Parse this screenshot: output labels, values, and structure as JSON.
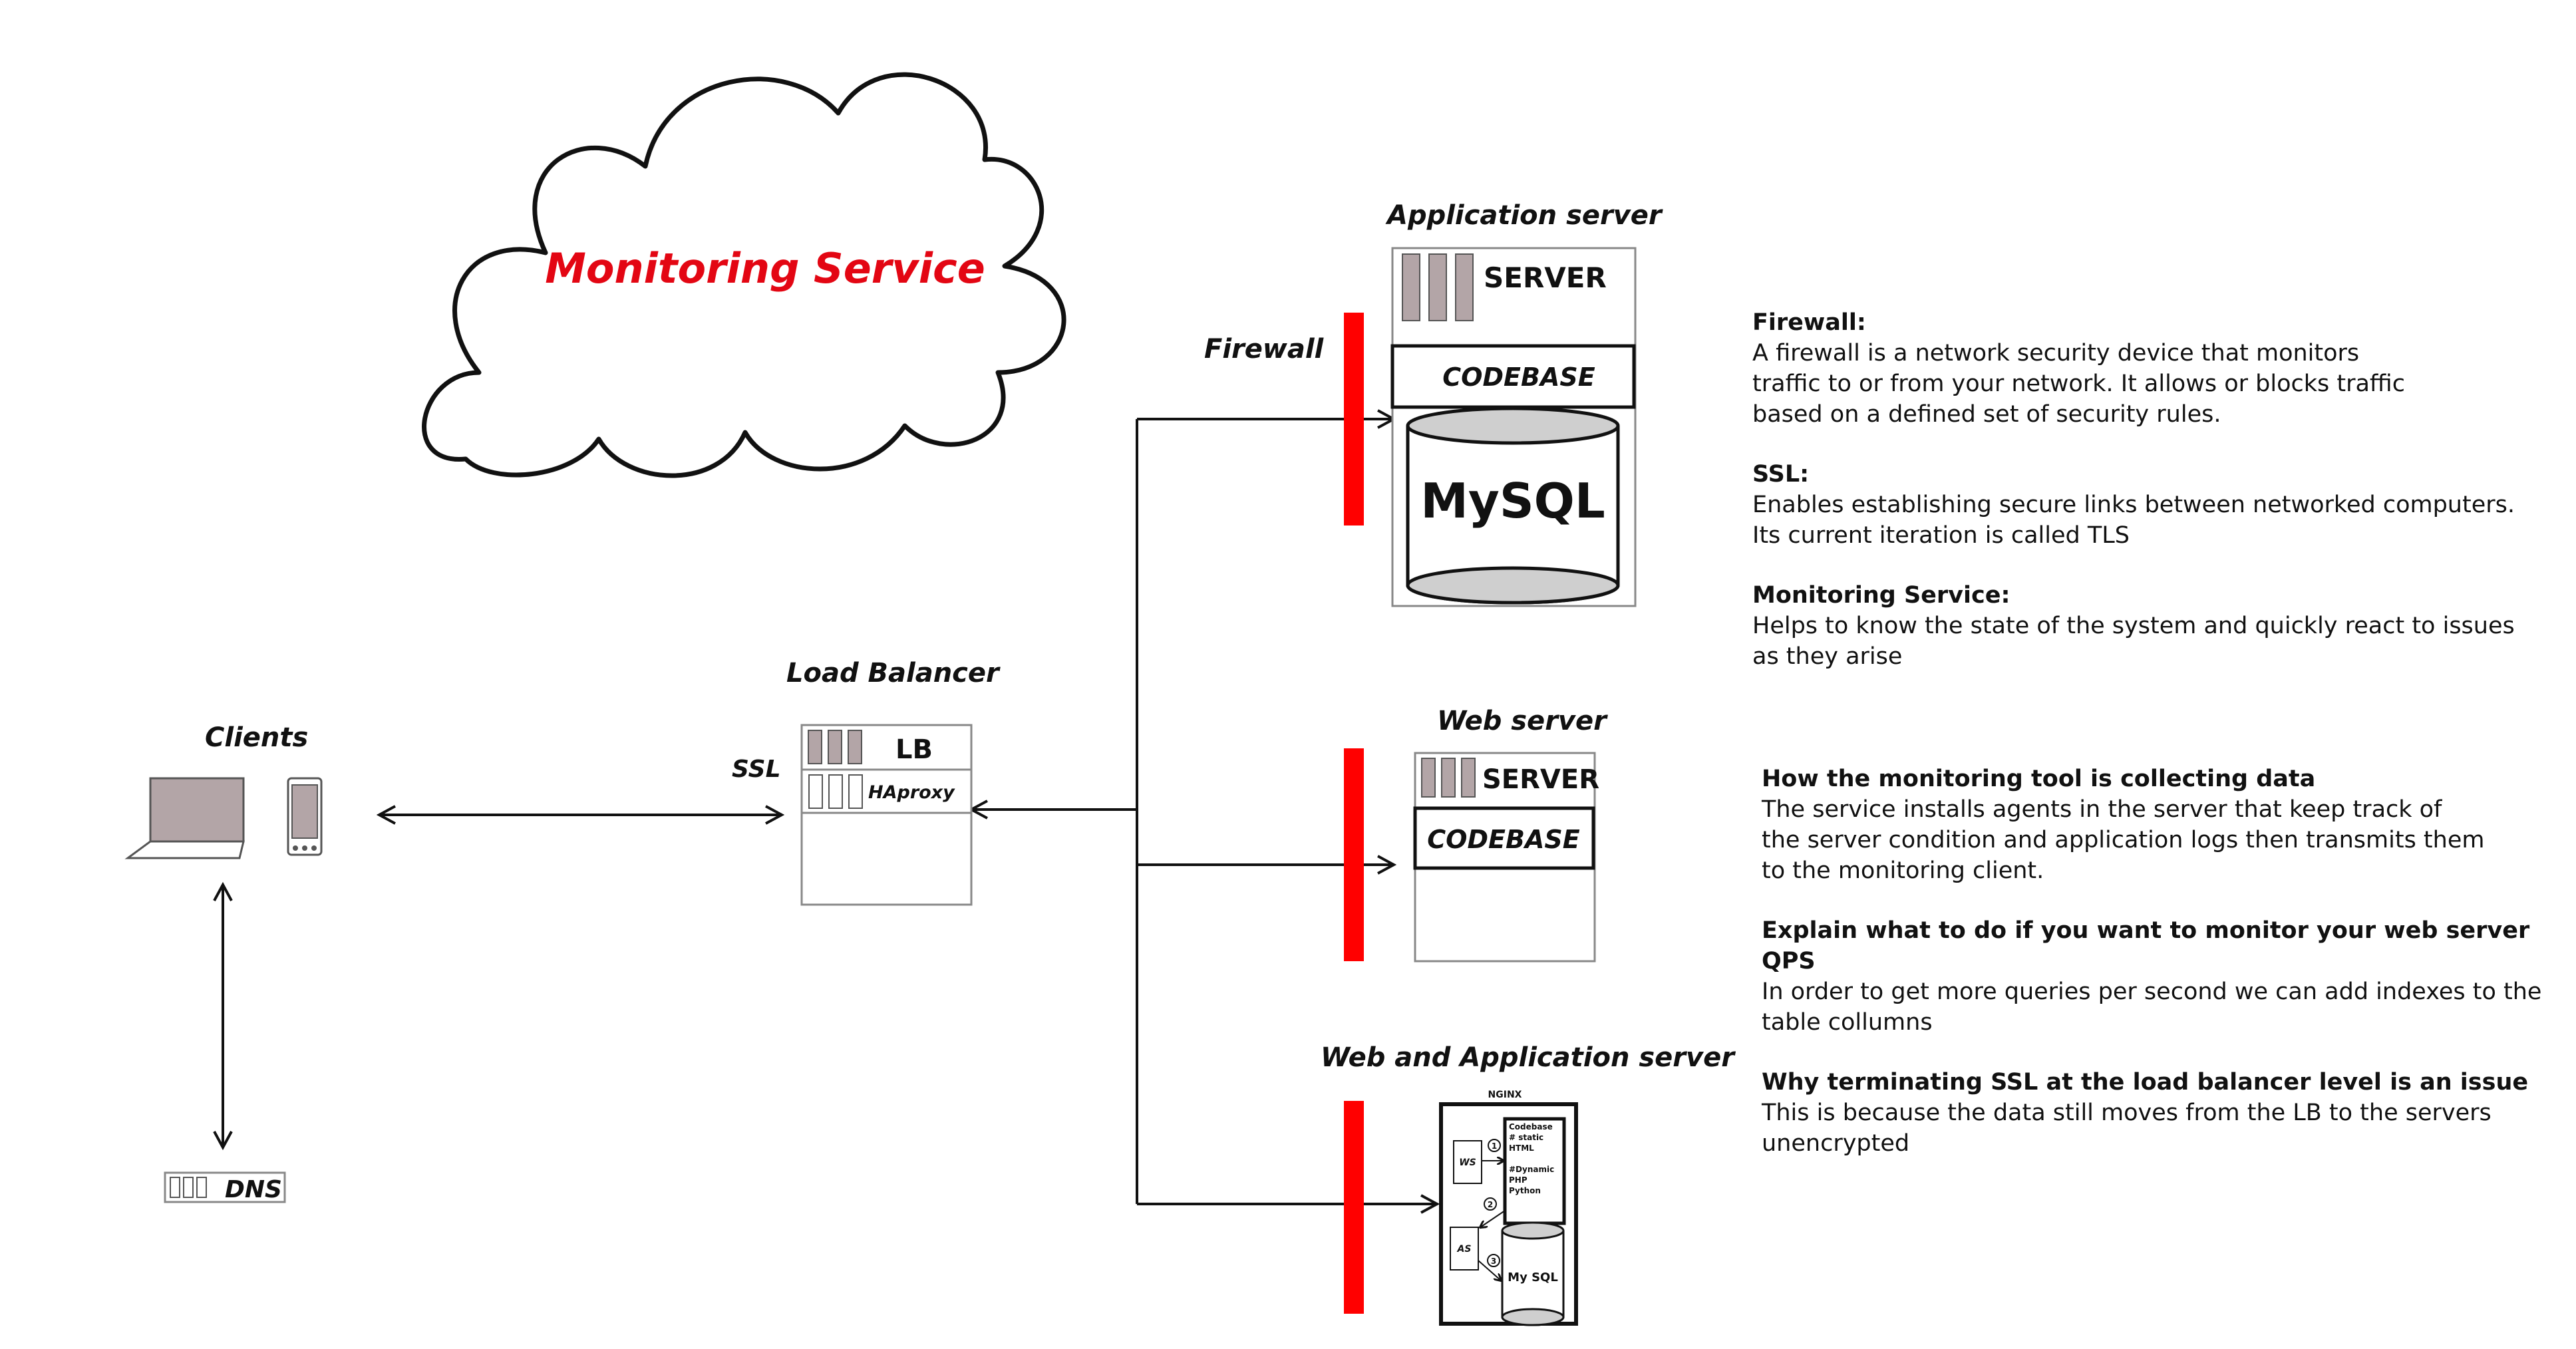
{
  "cloud": {
    "label": "Monitoring Service",
    "color": "#e30613"
  },
  "app_server": {
    "title": "Application server",
    "server_label": "SERVER",
    "codebase_label": "CODEBASE",
    "db_label": "MySQL"
  },
  "firewall": {
    "label": "Firewall",
    "color": "#ff0000"
  },
  "web_server": {
    "title": "Web server",
    "server_label": "SERVER",
    "codebase_label": "CODEBASE"
  },
  "web_app_server": {
    "title": "Web and Application server",
    "nginx_label": "NGINX",
    "ws_label": "WS",
    "as_label": "AS",
    "codebase_text_1": "Codebase",
    "codebase_text_2": "# static",
    "codebase_text_3": "HTML",
    "dynamic_text_1": "#Dynamic",
    "dynamic_text_2": "PHP",
    "dynamic_text_3": "Python",
    "db_label": "My SQL",
    "step_1": "1",
    "step_2": "2",
    "step_3": "3"
  },
  "load_balancer": {
    "title": "Load Balancer",
    "lb_label": "LB",
    "haproxy_label": "HAproxy",
    "ssl_label": "SSL"
  },
  "clients": {
    "title": "Clients"
  },
  "dns": {
    "label": "DNS"
  },
  "notes_top": [
    {
      "heading": "Firewall:",
      "body": "A firewall is a network security device that monitors\ntraffic to or from your network. It allows or blocks traffic\nbased on a defined set of security rules."
    },
    {
      "heading": "SSL:",
      "body": "Enables establishing secure links between networked computers.\nIts current iteration is called TLS"
    },
    {
      "heading": "Monitoring Service:",
      "body": "Helps to know the state of the system and quickly react to issues\nas they arise"
    }
  ],
  "notes_bottom": [
    {
      "heading": "How the monitoring tool is collecting data",
      "body": "The service installs agents in the server that keep track of\nthe server condition and application logs then transmits them\nto the monitoring client."
    },
    {
      "heading": "Explain what to do if you want to monitor your web server QPS",
      "body": "In order to get more queries per second we can add indexes to the\ntable collumns"
    },
    {
      "heading": "Why terminating SSL at the load balancer level is an issue",
      "body": "This is because the data still moves from the LB to the servers\nunencrypted"
    }
  ]
}
